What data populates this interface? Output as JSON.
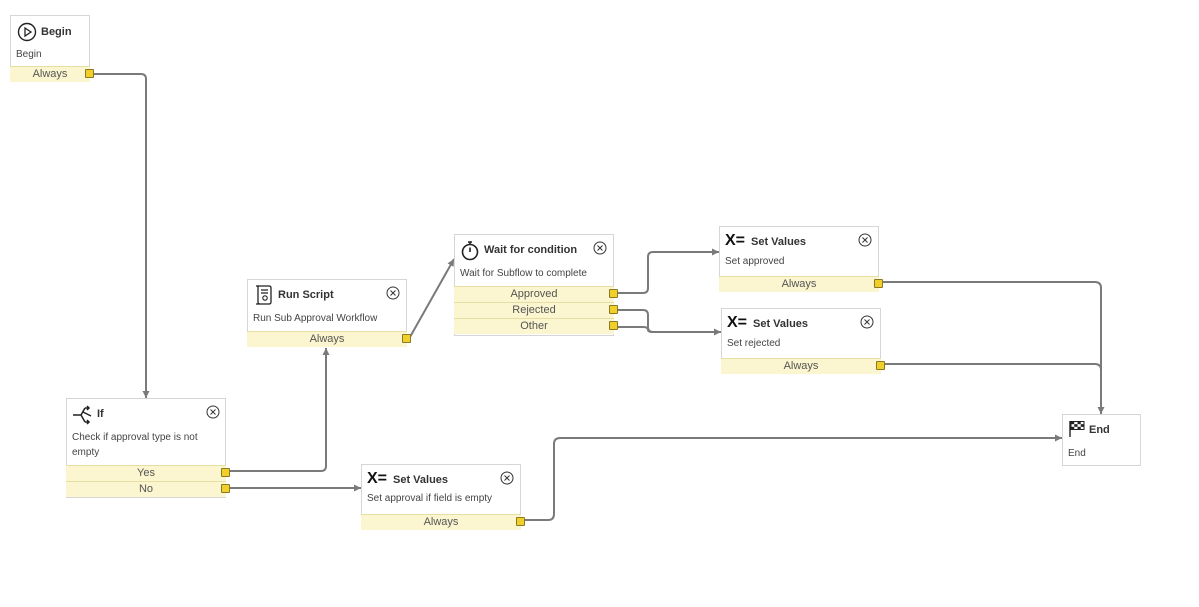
{
  "colors": {
    "wire": "#7a7a7a",
    "port": "#f1cf2a",
    "output_bg": "#fbf6cf",
    "border": "#d6d6d6"
  },
  "nodes": {
    "begin": {
      "title": "Begin",
      "description": "Begin",
      "icon": "play-circle-icon",
      "outputs": [
        "Always"
      ]
    },
    "if": {
      "title": "If",
      "description": "Check if approval type is not empty",
      "icon": "branch-icon",
      "outputs": [
        "Yes",
        "No"
      ]
    },
    "run_script": {
      "title": "Run Script",
      "description": "Run Sub Approval Workflow",
      "icon": "script-scroll-icon",
      "outputs": [
        "Always"
      ]
    },
    "set_values_empty": {
      "title": "Set Values",
      "description": "Set approval if field is empty",
      "icon": "set-values-icon",
      "outputs": [
        "Always"
      ]
    },
    "wait": {
      "title": "Wait for condition",
      "description": "Wait for Subflow to complete",
      "icon": "stopwatch-icon",
      "outputs": [
        "Approved",
        "Rejected",
        "Other"
      ]
    },
    "set_approved": {
      "title": "Set Values",
      "description": "Set approved",
      "icon": "set-values-icon",
      "outputs": [
        "Always"
      ]
    },
    "set_rejected": {
      "title": "Set Values",
      "description": "Set rejected",
      "icon": "set-values-icon",
      "outputs": [
        "Always"
      ]
    },
    "end": {
      "title": "End",
      "description": "End",
      "icon": "checkered-flag-icon",
      "outputs": []
    }
  },
  "icons": {
    "close": "close-circle-icon",
    "set_values_glyph": "X="
  }
}
